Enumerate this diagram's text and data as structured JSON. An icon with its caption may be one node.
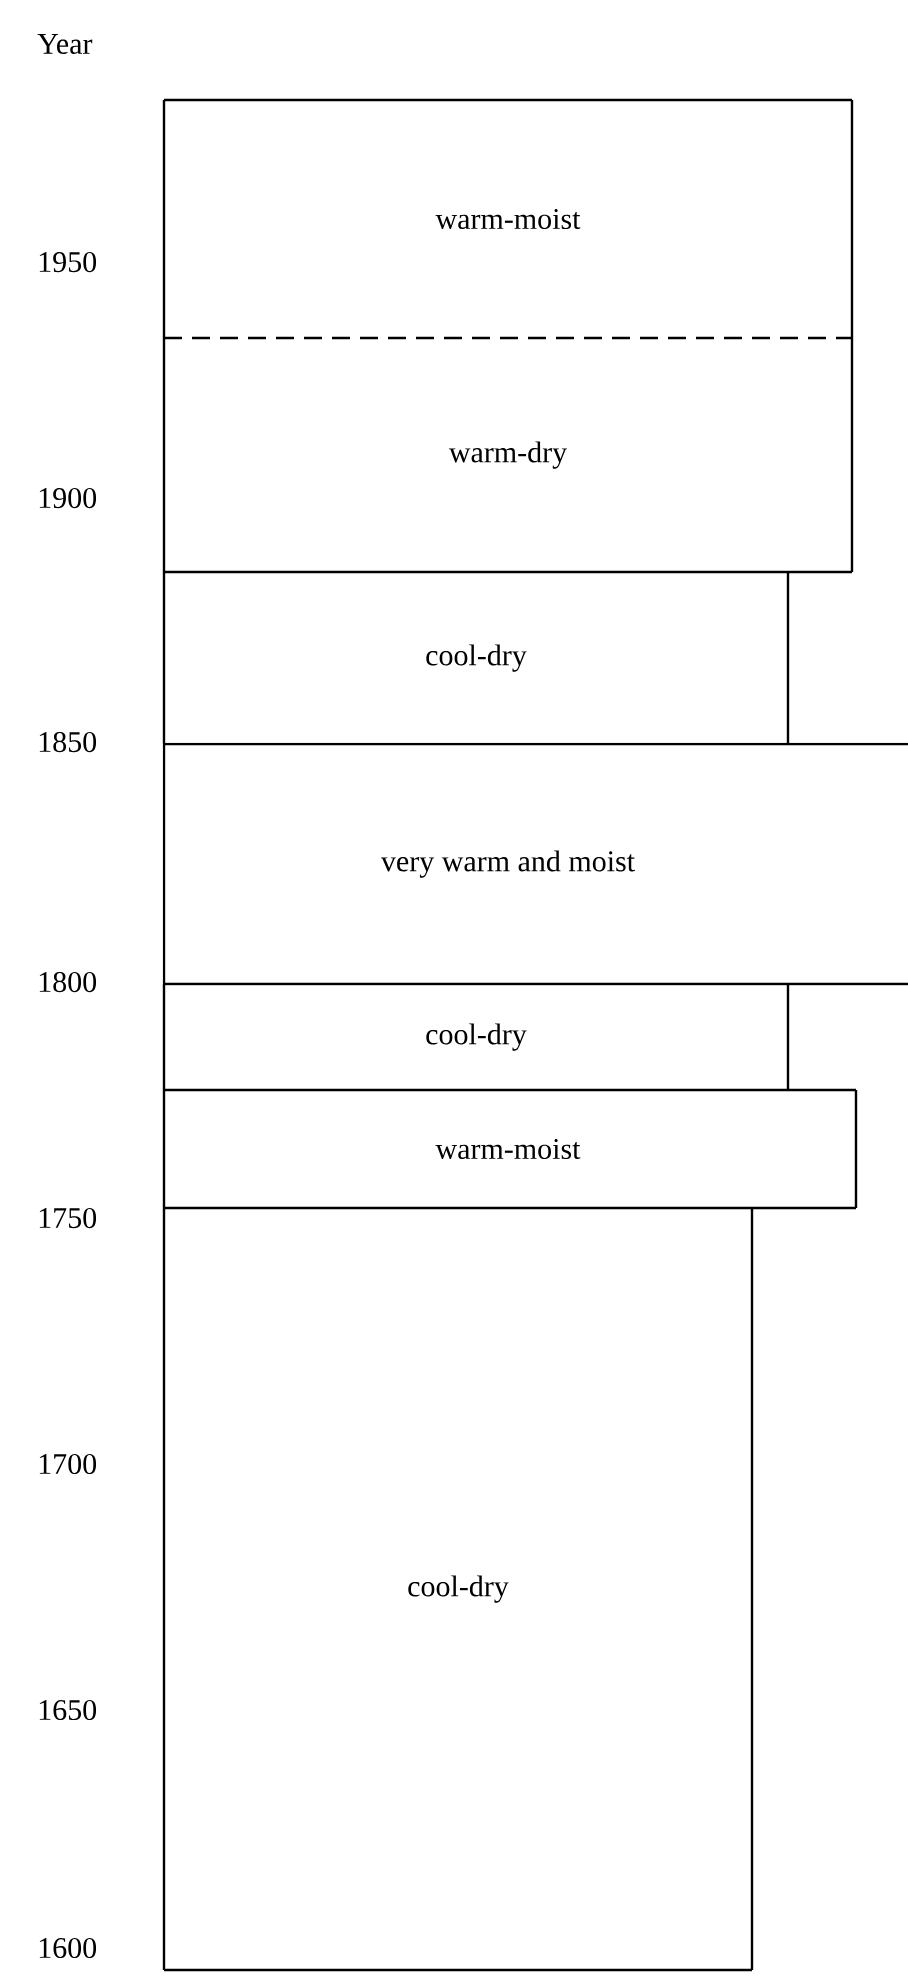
{
  "diagram": {
    "nodes": [
      {
        "text": [
          "warm-moist"
        ]
      },
      {
        "text": [
          "warm-dry"
        ]
      },
      {
        "text": [
          "cool-dry"
        ]
      },
      {
        "text": [
          "very warm and moist"
        ]
      },
      {
        "text": [
          "cool-dry"
        ]
      },
      {
        "text": [
          "warm-moist"
        ]
      },
      {
        "text": [
          "cool-dry"
        ]
      }
    ],
    "labels": [
      "Year",
      "1950",
      "1900",
      "1850",
      "1800",
      "1750",
      "1700",
      "1650",
      "1600"
    ]
  }
}
